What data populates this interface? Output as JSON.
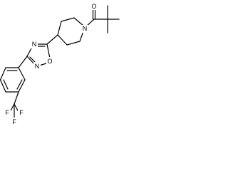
{
  "molecule": {
    "atoms": {
      "carbonyl_oxygen": "O",
      "piperidine_nitrogen": "N",
      "oxadiazole_nitrogen_top": "N",
      "oxadiazole_oxygen": "O",
      "oxadiazole_nitrogen_left": "N",
      "fluorine_top": "F",
      "fluorine_left": "F",
      "fluorine_bottom": "F"
    }
  }
}
